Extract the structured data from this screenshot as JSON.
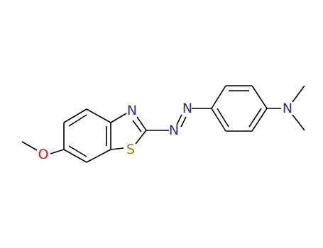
{
  "molecule": {
    "atoms": {
      "oxygen": "O",
      "sulfur": "S",
      "thiazole_nitrogen": "N",
      "azo_nitrogen_1": "N",
      "azo_nitrogen_2": "N",
      "amine_nitrogen": "N"
    },
    "colors": {
      "bond": "#000000",
      "nitrogen": "#2e2a8a",
      "oxygen": "#e8141c",
      "sulfur": "#8a8a00"
    }
  }
}
